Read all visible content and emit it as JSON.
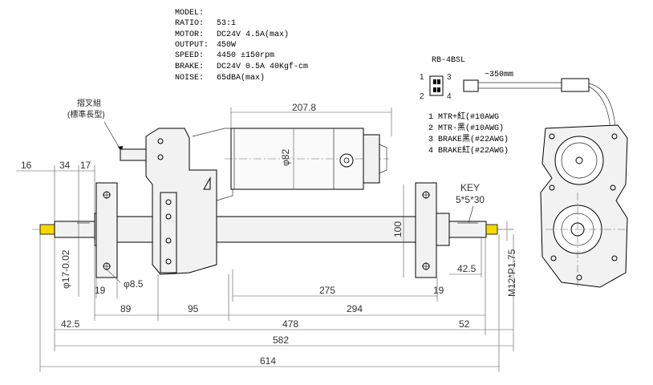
{
  "specs": [
    {
      "label": "MODEL:",
      "value": ""
    },
    {
      "label": "RATIO:",
      "value": "53:1"
    },
    {
      "label": "MOTOR:",
      "value": "DC24V  4.5A(max)"
    },
    {
      "label": "OUTPUT:",
      "value": "450W"
    },
    {
      "label": "SPEED:",
      "value": "4450  ±150rpm"
    },
    {
      "label": "BRAKE:",
      "value": "DC24V 0.5A 40Kgf-cm"
    },
    {
      "label": "NOISE:",
      "value": "65dBA(max)"
    }
  ],
  "callout": {
    "line1": "摺叉組",
    "line2": "(標準長型)"
  },
  "connector": {
    "model": "RB-4BSL",
    "length": "~350mm",
    "pins": [
      "1",
      "2",
      "3",
      "4"
    ],
    "wires": [
      {
        "num": "1",
        "text": "MTR+紅(#10AWG"
      },
      {
        "num": "2",
        "text": "MTR-黑(#10AWG)"
      },
      {
        "num": "3",
        "text": "BRAKE黑(#22AWG)"
      },
      {
        "num": "4",
        "text": "BRAKE紅(#22AWG)"
      }
    ]
  },
  "key": {
    "label": "KEY",
    "size": "5*5*30"
  },
  "dimensions": {
    "motor_length": "207.8",
    "motor_dia": "φ82",
    "left_16": "16",
    "left_34": "34",
    "left_17": "17",
    "shaft_dia": "φ17-0.02",
    "hole_dia": "φ8.5",
    "mount_19_left": "19",
    "mount_19_right": "19",
    "width_100": "100",
    "d_275": "275",
    "d_42_5_right": "42.5",
    "d_89": "89",
    "d_95": "95",
    "d_294": "294",
    "d_42_5_left": "42.5",
    "d_478": "478",
    "d_52": "52",
    "d_582": "582",
    "d_614": "614",
    "thread": "M12*P1.75"
  },
  "colors": {
    "shaft_end": "#f5d800"
  }
}
